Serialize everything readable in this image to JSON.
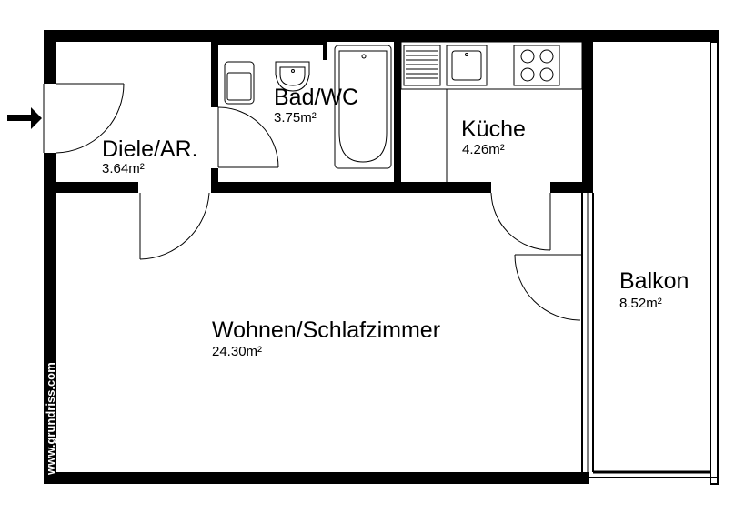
{
  "rooms": [
    {
      "name": "Diele/AR.",
      "area": "3.64m²"
    },
    {
      "name": "Bad/WC",
      "area": "3.75m²"
    },
    {
      "name": "Küche",
      "area": "4.26m²"
    },
    {
      "name": "Wohnen/Schlafzimmer",
      "area": "24.30m²"
    },
    {
      "name": "Balkon",
      "area": "8.52m²"
    }
  ],
  "watermark": "www.grundriss.com",
  "colors": {
    "wall": "#000000",
    "background": "#ffffff"
  }
}
